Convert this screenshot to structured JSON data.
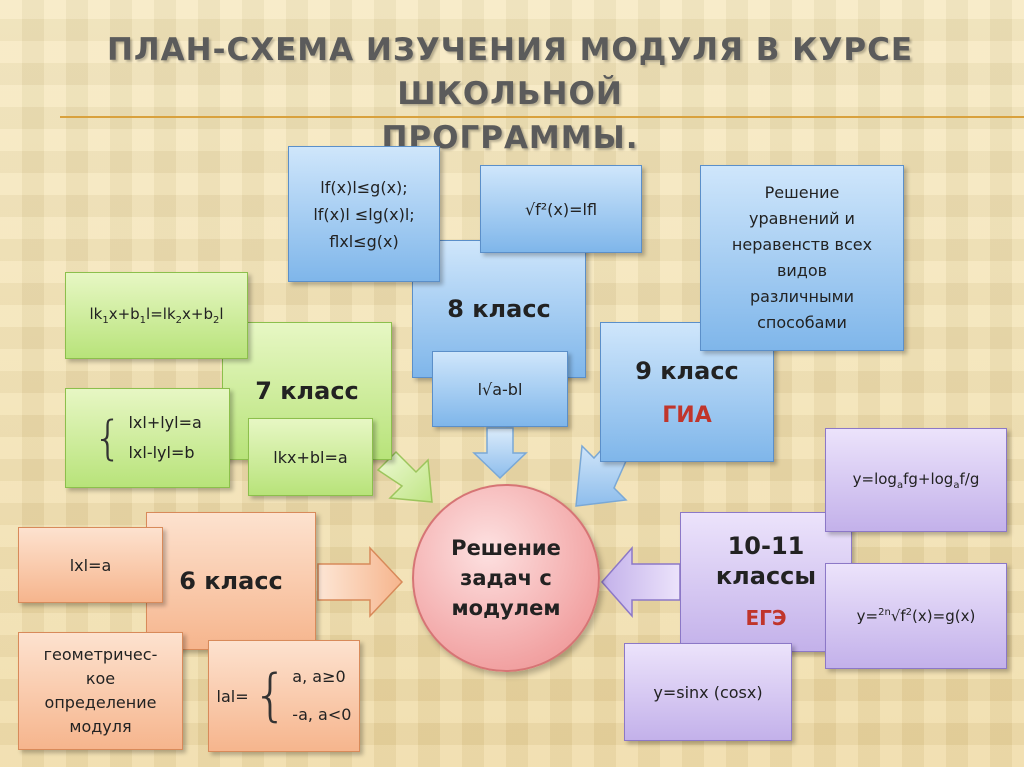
{
  "title": {
    "line1": "ПЛАН-СХЕМА ИЗУЧЕНИЯ МОДУЛЯ В КУРСЕ ШКОЛЬНОЙ",
    "line2": "ПРОГРАММЫ."
  },
  "center": {
    "lines": [
      "Решение",
      "задач с",
      "модулем"
    ]
  },
  "grade7": {
    "label": "7 класс",
    "eq1": {
      "pre": "lk",
      "s1": "1",
      "mid1": "x+b",
      "s2": "1",
      "mid2": "l=lk",
      "s3": "2",
      "mid3": "x+b",
      "s4": "2",
      "post": "l"
    },
    "system": [
      "lxl+lyl=a",
      "lxl-lyl=b"
    ],
    "eq3": "lkx+bl=a"
  },
  "grade8": {
    "label": "8 класс",
    "ineq": [
      "lf(x)l≤g(x);",
      "lf(x)l ≤lg(x)l;",
      "flxl≤g(x)"
    ],
    "sqrt": "√f²(x)=lfl",
    "sqrt2": "l√a-bl"
  },
  "grade9": {
    "label": "9 класс",
    "exam": "ГИА",
    "methods": [
      "Решение",
      "уравнений и",
      "неравенств всех",
      "видов",
      "различными",
      "способами"
    ]
  },
  "grade6": {
    "label": "6 класс",
    "eq": "lxl=a",
    "geom": [
      "геометричес-",
      "кое",
      "определение",
      "модуля"
    ],
    "piece": {
      "lhs": "lal=",
      "case1": "a, a≥0",
      "case2": "-a, a<0"
    }
  },
  "grade1011": {
    "label1": "10-11",
    "label2": "классы",
    "exam": "ЕГЭ",
    "log": {
      "p1": "y=log",
      "s1": "a",
      "p2": "fg+log",
      "s2": "a",
      "p3": "f/g"
    },
    "root": {
      "p1": "y=",
      "s1": "2n",
      "p2": "√f",
      "s2": "2",
      "p3": "(x)=g(x)"
    },
    "trig": "y=sinx (cosx)"
  }
}
